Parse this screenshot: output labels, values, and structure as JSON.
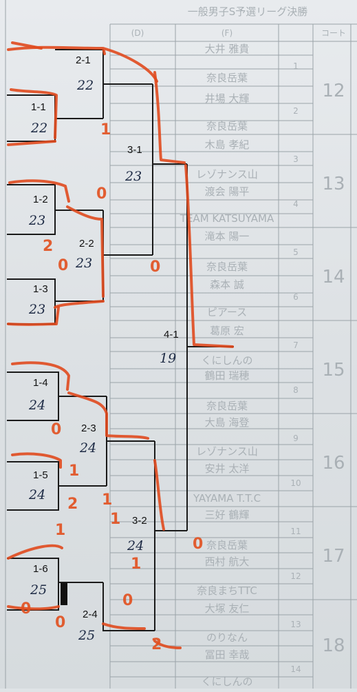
{
  "sheet": {
    "header_title": "一般男子S予選リーグ決勝",
    "column_heads": [
      "(D)",
      "(F)",
      "コート"
    ],
    "court_numbers": [
      "12",
      "13",
      "14",
      "15",
      "16",
      "17",
      "18"
    ],
    "row_numbers": [
      "1",
      "2",
      "3",
      "4",
      "5",
      "6",
      "7",
      "8",
      "9",
      "10",
      "11",
      "12",
      "13",
      "14"
    ],
    "players": [
      "大井 雅貴",
      "奈良岳葉",
      "井場 大輝",
      "奈良岳葉",
      "木島 孝紀",
      "レゾナンス山",
      "渡会 陽平",
      "TEAM KATSUYAMA",
      "滝本 陽一",
      "奈良岳葉",
      "森本 誠",
      "ピアース",
      "葛原 宏",
      "くにしんの",
      "鶴田 瑞穂",
      "奈良岳葉",
      "大島 海登",
      "レゾナンス山",
      "安井 太洋",
      "YAYAMA T.T.C",
      "三好 鶴輝",
      "奈良岳葉",
      "西村 航大",
      "奈良まちTTC",
      "大塚 友仁",
      "のりなん",
      "冨田 幸哉",
      "くにしんの"
    ]
  },
  "matches": [
    {
      "id": "2-1",
      "score": "22"
    },
    {
      "id": "1-1",
      "score": "22"
    },
    {
      "id": "3-1",
      "score": "23"
    },
    {
      "id": "1-2",
      "score": "23"
    },
    {
      "id": "2-2",
      "score": "23"
    },
    {
      "id": "1-3",
      "score": "23"
    },
    {
      "id": "4-1",
      "score": "19"
    },
    {
      "id": "1-4",
      "score": "24"
    },
    {
      "id": "2-3",
      "score": "24"
    },
    {
      "id": "1-5",
      "score": "24"
    },
    {
      "id": "3-2",
      "score": "24"
    },
    {
      "id": "1-6",
      "score": "25"
    },
    {
      "id": "2-4",
      "score": "25"
    }
  ],
  "marks": [
    "1",
    "0",
    "2",
    "0",
    "0",
    "0",
    "1",
    "2",
    "1",
    "1",
    "0",
    "1",
    "1",
    "0",
    "2",
    "0",
    "0"
  ]
}
